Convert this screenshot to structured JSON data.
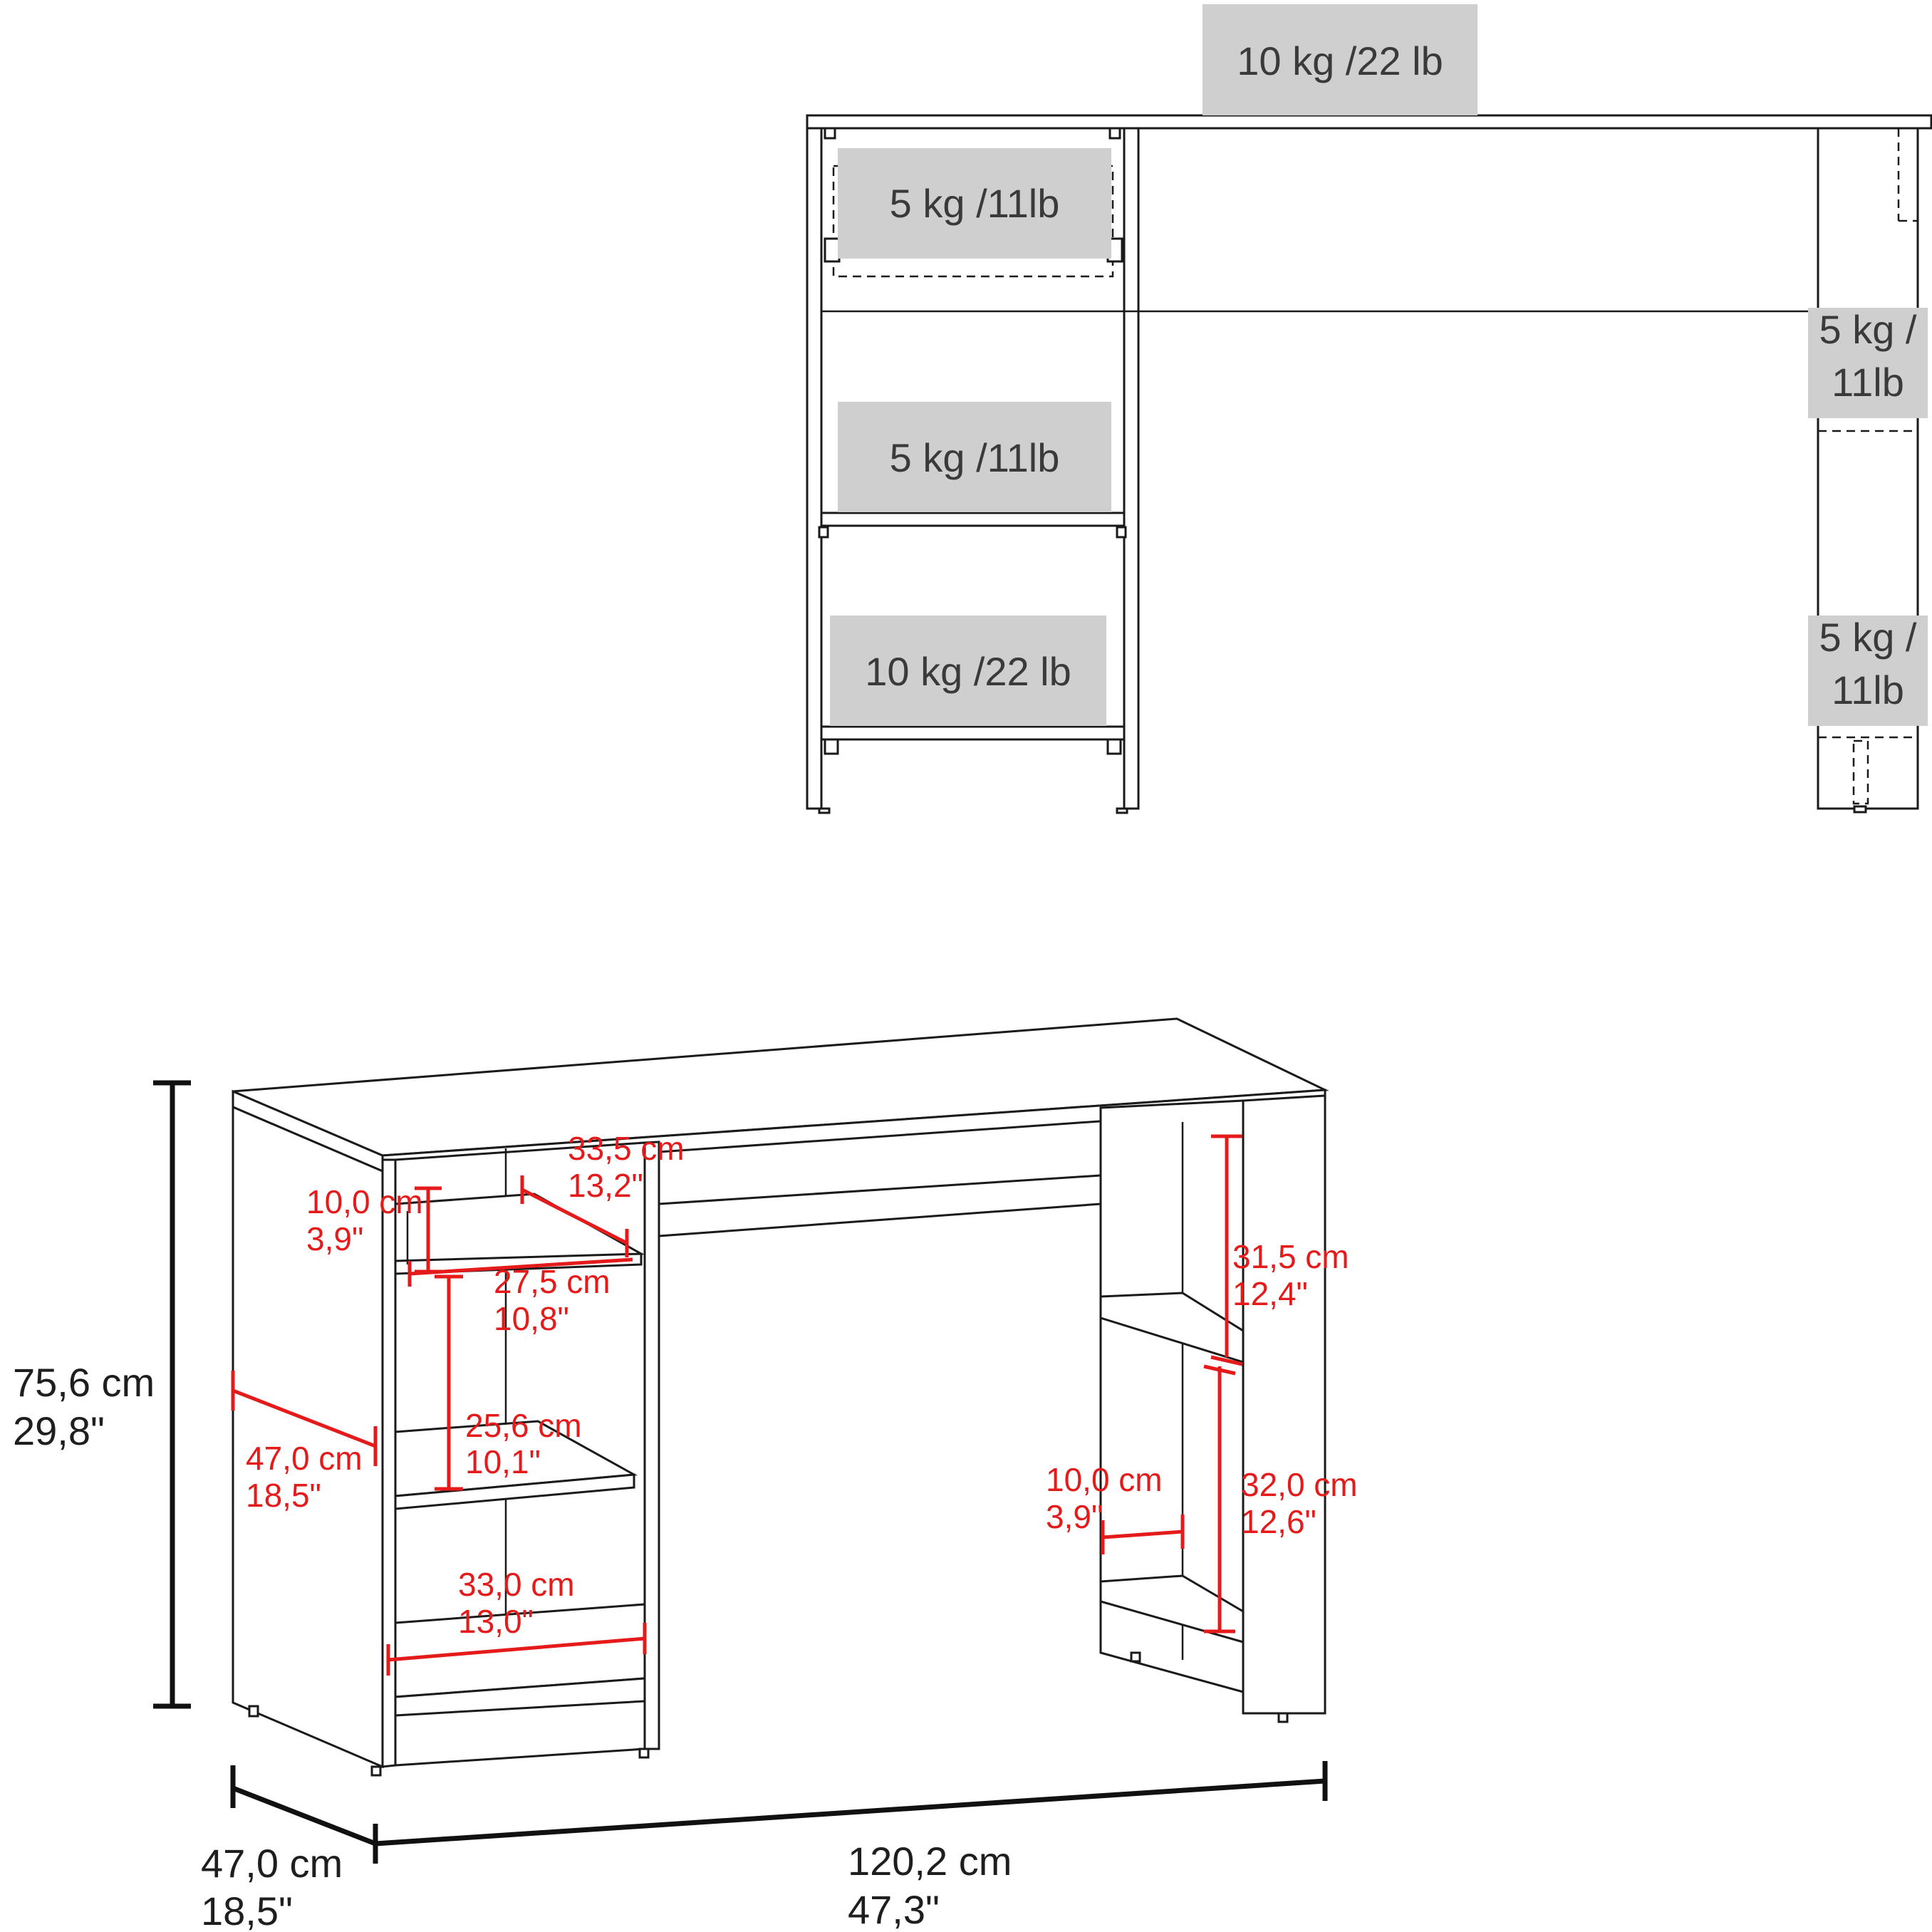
{
  "front_view": {
    "top_load": "10 kg /22 lb",
    "drawer_load": "5 kg /11lb",
    "middle_shelf_load": "5 kg /11lb",
    "bottom_shelf_load": "10 kg /22 lb",
    "right_upper_shelf_load": [
      "5 kg /",
      "11lb"
    ],
    "right_lower_shelf_load": [
      "5 kg /",
      "11lb"
    ]
  },
  "iso_view": {
    "overall_height": [
      "75,6 cm",
      "29,8\""
    ],
    "overall_depth": [
      "47,0 cm",
      "18,5\""
    ],
    "overall_width": [
      "120,2 cm",
      "47,3\""
    ],
    "inner_depth": [
      "47,0 cm",
      "18,5\""
    ],
    "drawer_height": [
      "10,0 cm",
      "3,9\""
    ],
    "drawer_depth": [
      "33,5 cm",
      "13,2\""
    ],
    "drawer_width": [
      "27,5 cm",
      "10,8\""
    ],
    "middle_opening_height": [
      "25,6 cm",
      "10,1\""
    ],
    "bottom_opening_width": [
      "33,0 cm",
      "13,0\""
    ],
    "right_upper_height": [
      "31,5 cm",
      "12,4\""
    ],
    "right_lower_height": [
      "32,0 cm",
      "12,6\""
    ],
    "right_shelf_depth": [
      "10,0 cm",
      "3,9\""
    ]
  }
}
